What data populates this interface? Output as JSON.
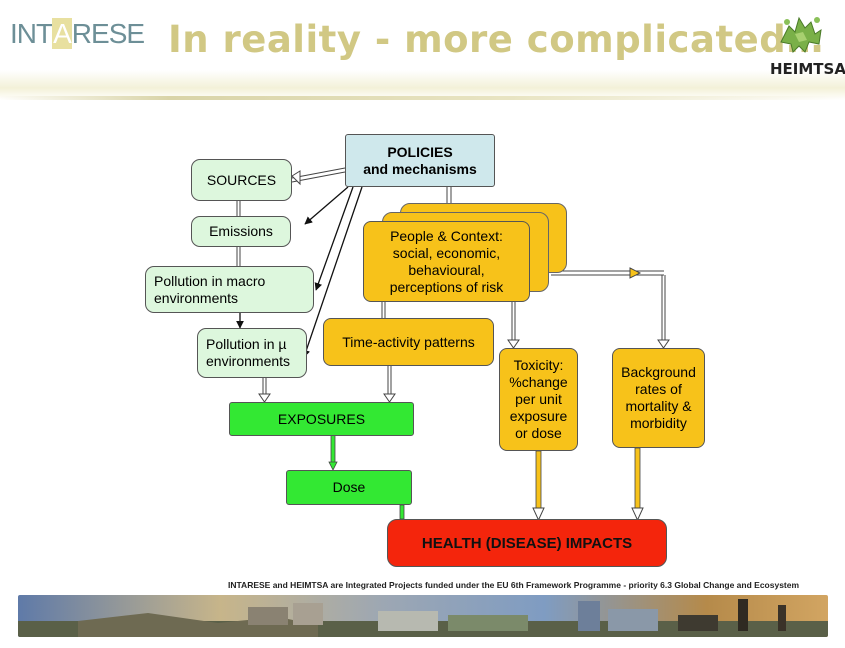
{
  "header": {
    "logo_left": {
      "part1": "INT",
      "part2": "A",
      "part3": "RESE"
    },
    "title": "In reality - more complicated…",
    "logo_right_text": "HEIMTSA"
  },
  "diagram": {
    "policies": {
      "line1": "POLICIES",
      "line2": "and mechanisms"
    },
    "sources": "SOURCES",
    "emissions": "Emissions",
    "pollution_macro": {
      "line1": "Pollution in macro",
      "line2": "environments"
    },
    "pollution_micro": {
      "line1": "Pollution in µ",
      "line2": "environments"
    },
    "people_context": {
      "line1": "People & Context:",
      "line2": "social, economic,",
      "line3": "behavioural,",
      "line4": "perceptions of risk"
    },
    "time_activity": "Time-activity patterns",
    "toxicity": {
      "line1": "Toxicity:",
      "line2": "%change",
      "line3": "per unit",
      "line4": "exposure",
      "line5": "or dose"
    },
    "background_rates": {
      "line1": "Background",
      "line2": "rates of",
      "line3": "mortality &",
      "line4": "morbidity"
    },
    "exposures": "EXPOSURES",
    "dose": "Dose",
    "health_impacts": "HEALTH (DISEASE) IMPACTS"
  },
  "footer": {
    "note": "INTARESE and HEIMTSA are Integrated Projects funded under the EU 6th Framework Programme - priority 6.3 Global Change and Ecosystem"
  },
  "colors": {
    "light_green": "#ddf7dd",
    "green": "#33e833",
    "yellow": "#f7c21a",
    "light_blue": "#cfe8ec",
    "red": "#f4250c",
    "title": "#d1c884"
  },
  "icons": {
    "logo_right": "puzzle-tree-icon"
  }
}
